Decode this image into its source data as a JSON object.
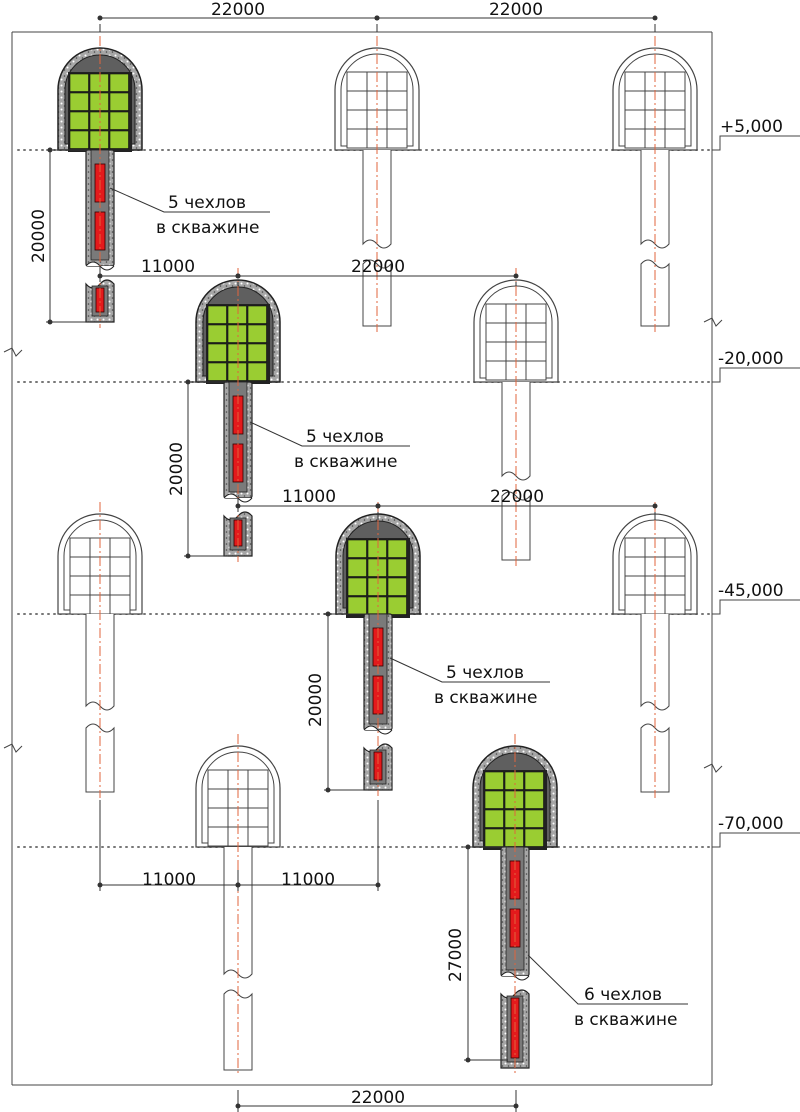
{
  "levels": [
    {
      "label": "+5,000"
    },
    {
      "label": "-20,000"
    },
    {
      "label": "-45,000"
    },
    {
      "label": "-70,000"
    }
  ],
  "dimensions": {
    "row1_span_a": "22000",
    "row1_span_b": "22000",
    "row1_well_depth": "20000",
    "row1_offset": "11000",
    "row1_span_c": "22000",
    "row2_well_depth": "20000",
    "row2_offset": "11000",
    "row2_span": "22000",
    "row3_well_depth": "20000",
    "row4_span_a": "11000",
    "row4_span_b": "11000",
    "row4_well_depth": "27000",
    "bottom_span": "22000"
  },
  "notes": {
    "row1": {
      "line1": "5 чехлов",
      "line2": "в скважине"
    },
    "row2": {
      "line1": "5 чехлов",
      "line2": "в скважине"
    },
    "row3": {
      "line1": "5 чехлов",
      "line2": "в скважине"
    },
    "row4": {
      "line1": "6 чехлов",
      "line2": "в скважине"
    }
  },
  "colors": {
    "fuel_cell_green": "#9acd32",
    "casing_red": "#e31a1c",
    "concrete_grey": "#a9a9a9",
    "axis_red": "#e0643c"
  }
}
